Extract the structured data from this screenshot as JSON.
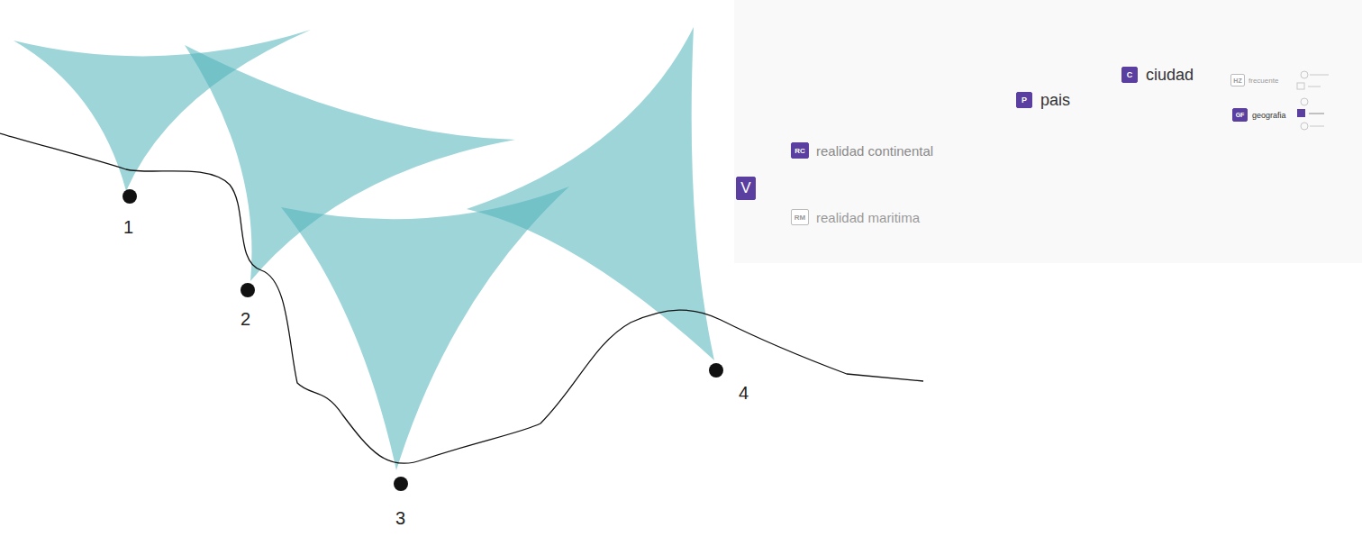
{
  "diagram": {
    "nodes": [
      {
        "text": [
          "V"
        ]
      },
      {
        "text": [
          "RC",
          "realidad continental"
        ]
      },
      {
        "text": [
          "RM",
          "realidad maritima"
        ]
      },
      {
        "text": [
          "P",
          "pais"
        ]
      },
      {
        "text": [
          "C",
          "ciudad"
        ]
      },
      {
        "text": [
          "HZ",
          "frecuente"
        ]
      },
      {
        "text": [
          "GF",
          "geografia"
        ]
      }
    ],
    "labels": [
      "1",
      "2",
      "3",
      "4"
    ]
  }
}
